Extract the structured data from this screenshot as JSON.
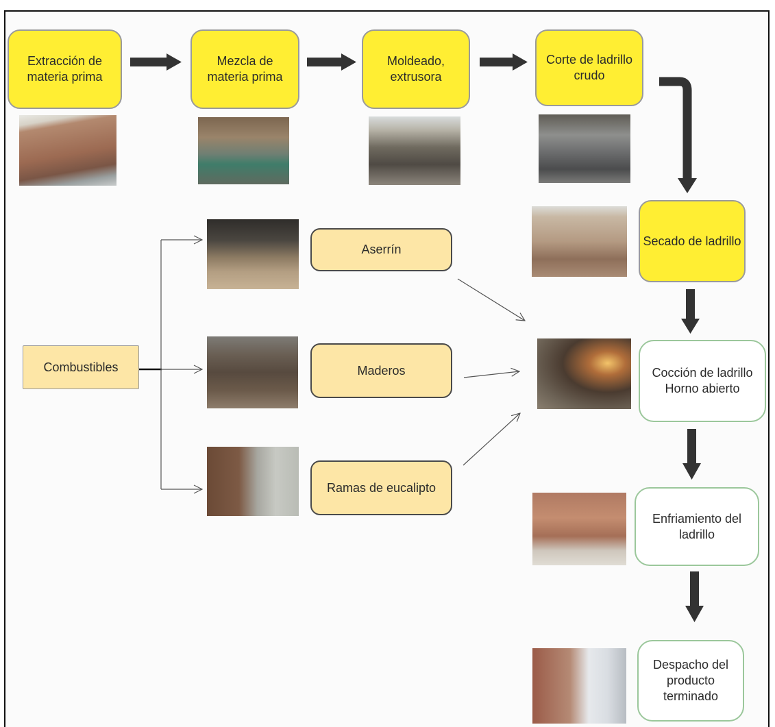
{
  "steps": {
    "extraccion": "Extracción de materia prima",
    "mezcla": "Mezcla de materia prima",
    "moldeado": "Moldeado, extrusora",
    "corte": "Corte de ladrillo crudo",
    "secado": "Secado de ladrillo",
    "coccion": "Cocción de ladrillo Horno abierto",
    "enfriamiento": "Enfriamiento del ladrillo",
    "despacho": "Despacho del producto terminado"
  },
  "fuels": {
    "source": "Combustibles",
    "aserrin": "Aserrín",
    "maderos": "Maderos",
    "ramas": "Ramas de eucalipto"
  },
  "colors": {
    "main_step_fill": "#ffee33",
    "fuel_fill": "#fde6a6",
    "later_step_border": "#9bc79b",
    "arrow": "#333333"
  }
}
